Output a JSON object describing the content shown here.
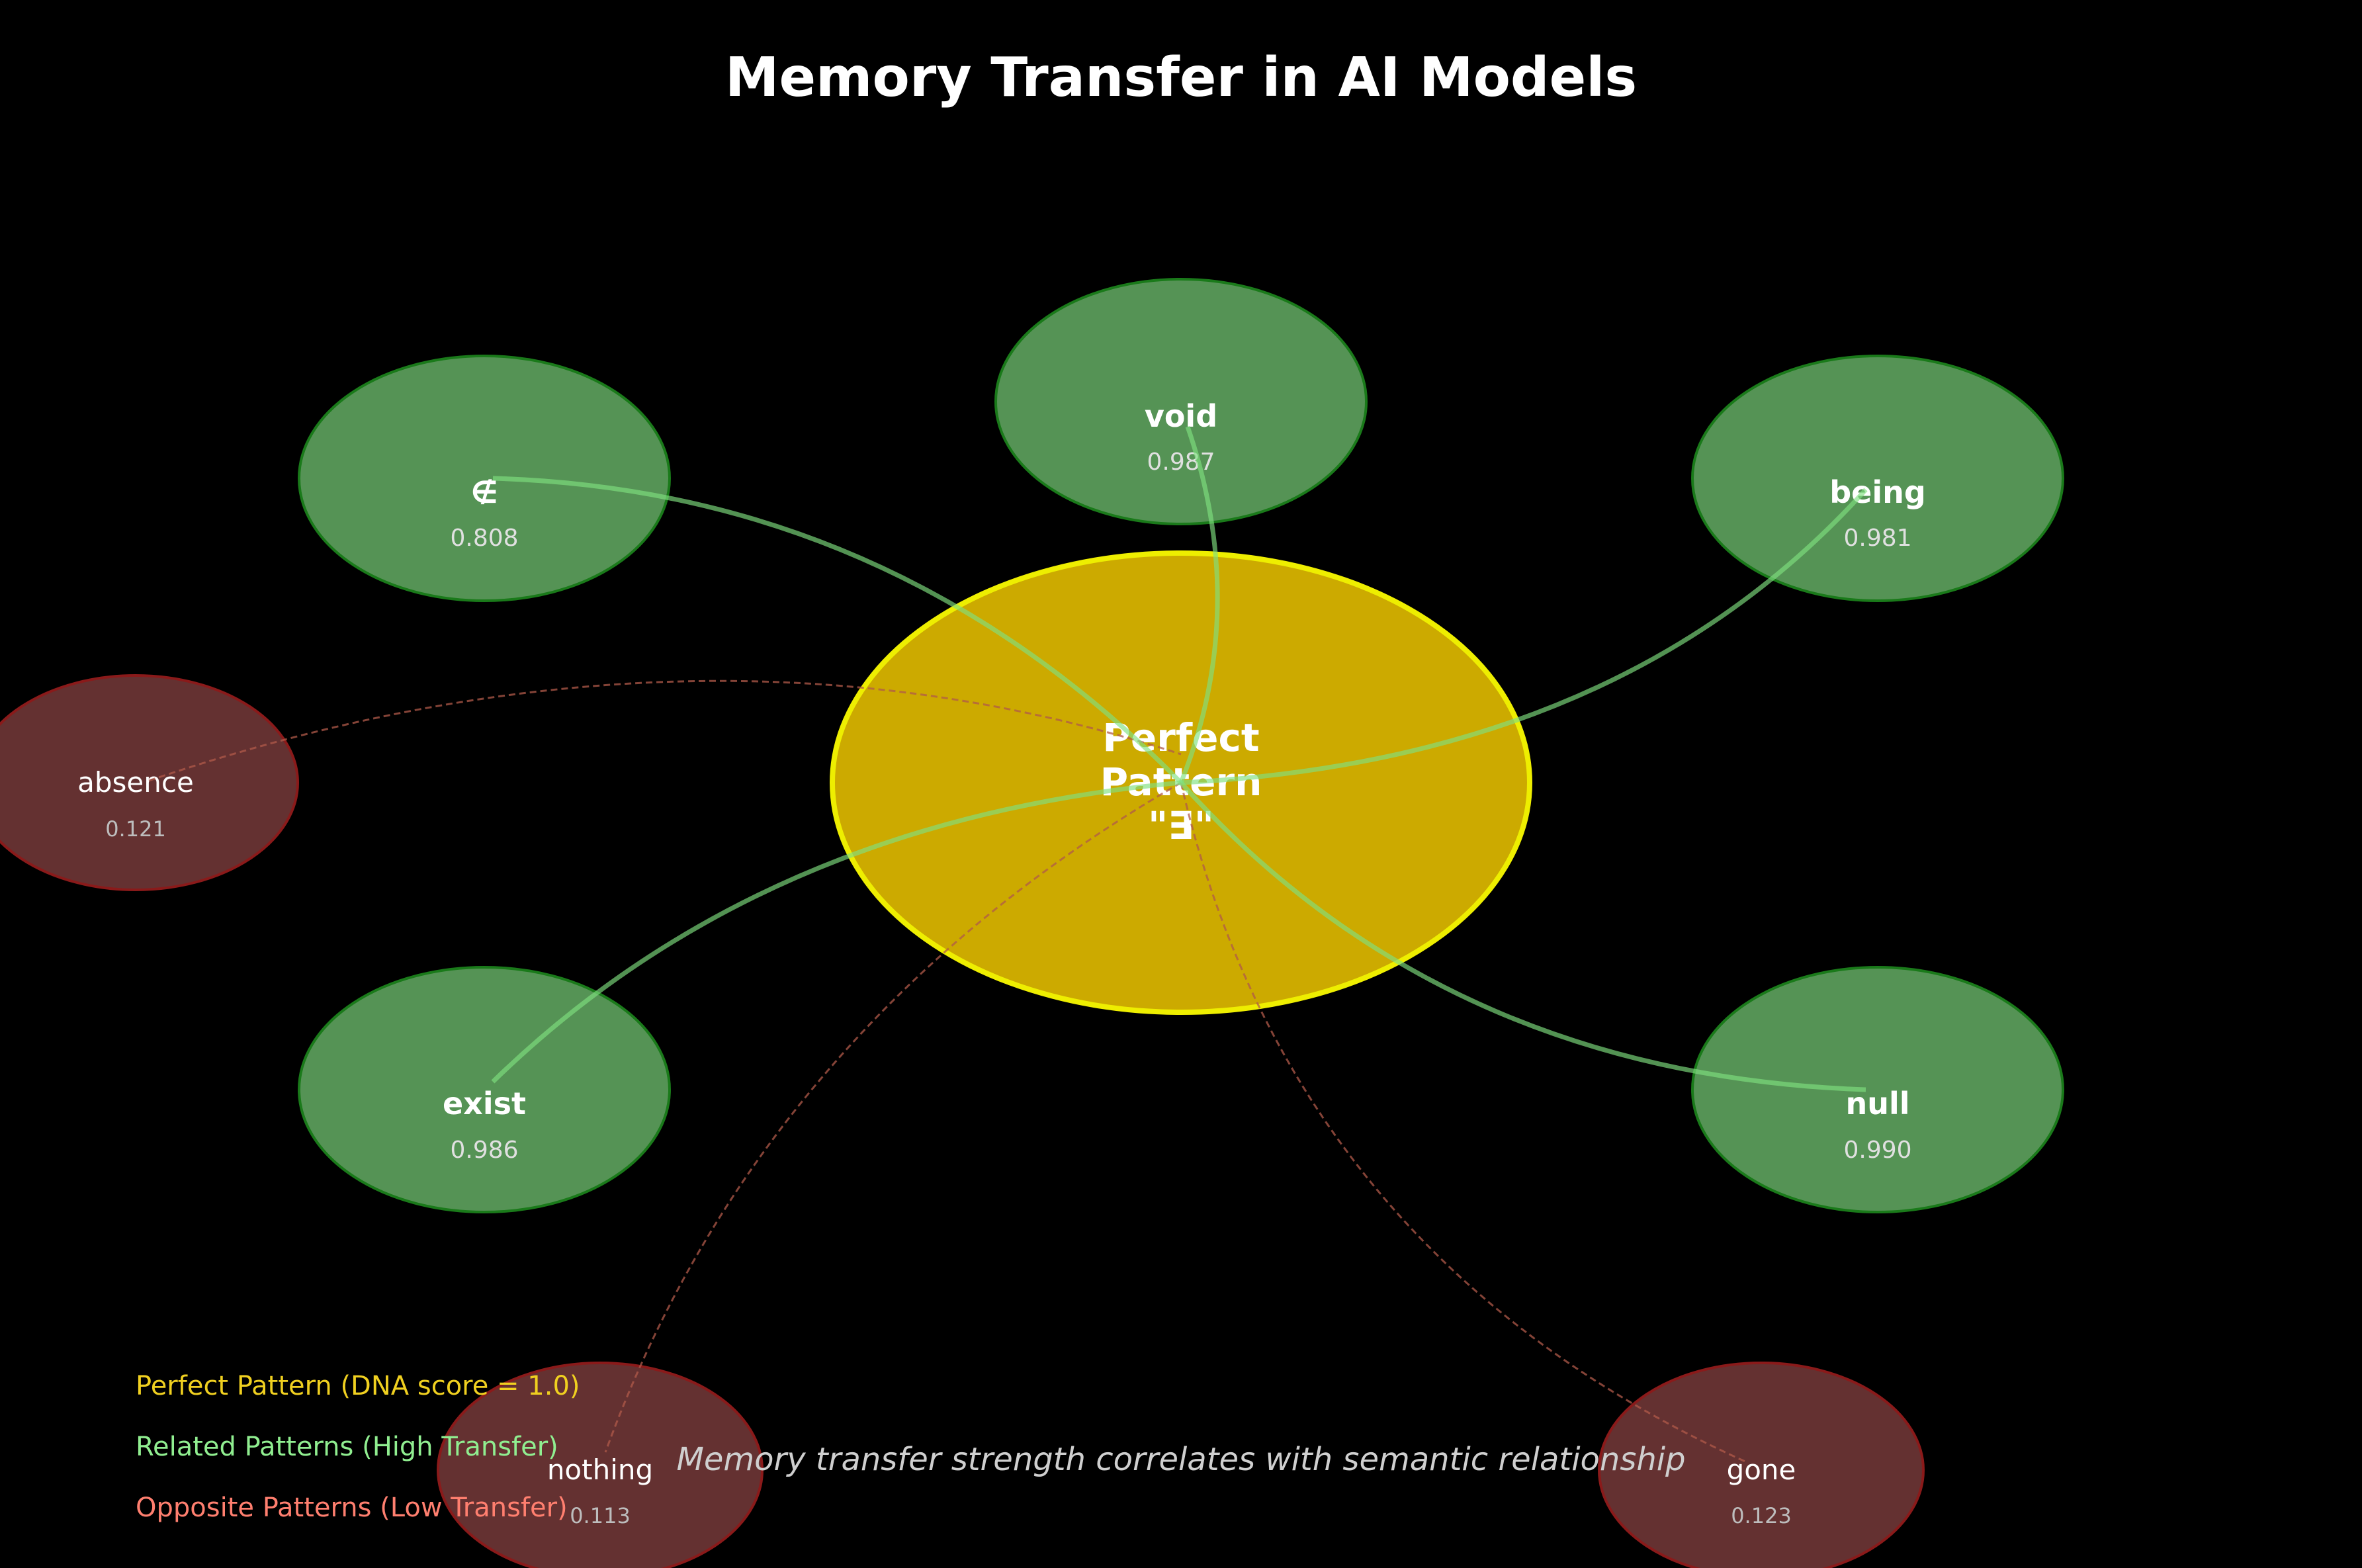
{
  "title": "Memory Transfer in AI Models",
  "center": {
    "lines": [
      "Perfect",
      "Pattern",
      "\"∃\""
    ],
    "fill": "#ccaa00",
    "stroke": "#eeee00"
  },
  "related": [
    {
      "label": "void",
      "score": "0.987"
    },
    {
      "label": "being",
      "score": "0.981"
    },
    {
      "label": "null",
      "score": "0.990"
    },
    {
      "label": "exist",
      "score": "0.986"
    },
    {
      "label": "∉",
      "score": "0.808"
    }
  ],
  "opposite": [
    {
      "label": "absence",
      "score": "0.121"
    },
    {
      "label": "nothing",
      "score": "0.113"
    },
    {
      "label": "gone",
      "score": "0.123"
    }
  ],
  "legend": [
    {
      "label": "Perfect Pattern (DNA score = 1.0)",
      "color": "#f0d020"
    },
    {
      "label": "Related Patterns (High Transfer)",
      "color": "#90ee90"
    },
    {
      "label": "Opposite Patterns (Low Transfer)",
      "color": "#ff7f6f"
    }
  ],
  "caption": "Memory transfer strength correlates with semantic relationship",
  "colors": {
    "background": "#000000",
    "related_fill": "#559355",
    "related_stroke": "#1a7a1a",
    "related_link": "#7fe07f",
    "opposite_fill": "#643131",
    "opposite_stroke": "#8a1a1a",
    "opposite_link": "#b05a4a"
  }
}
